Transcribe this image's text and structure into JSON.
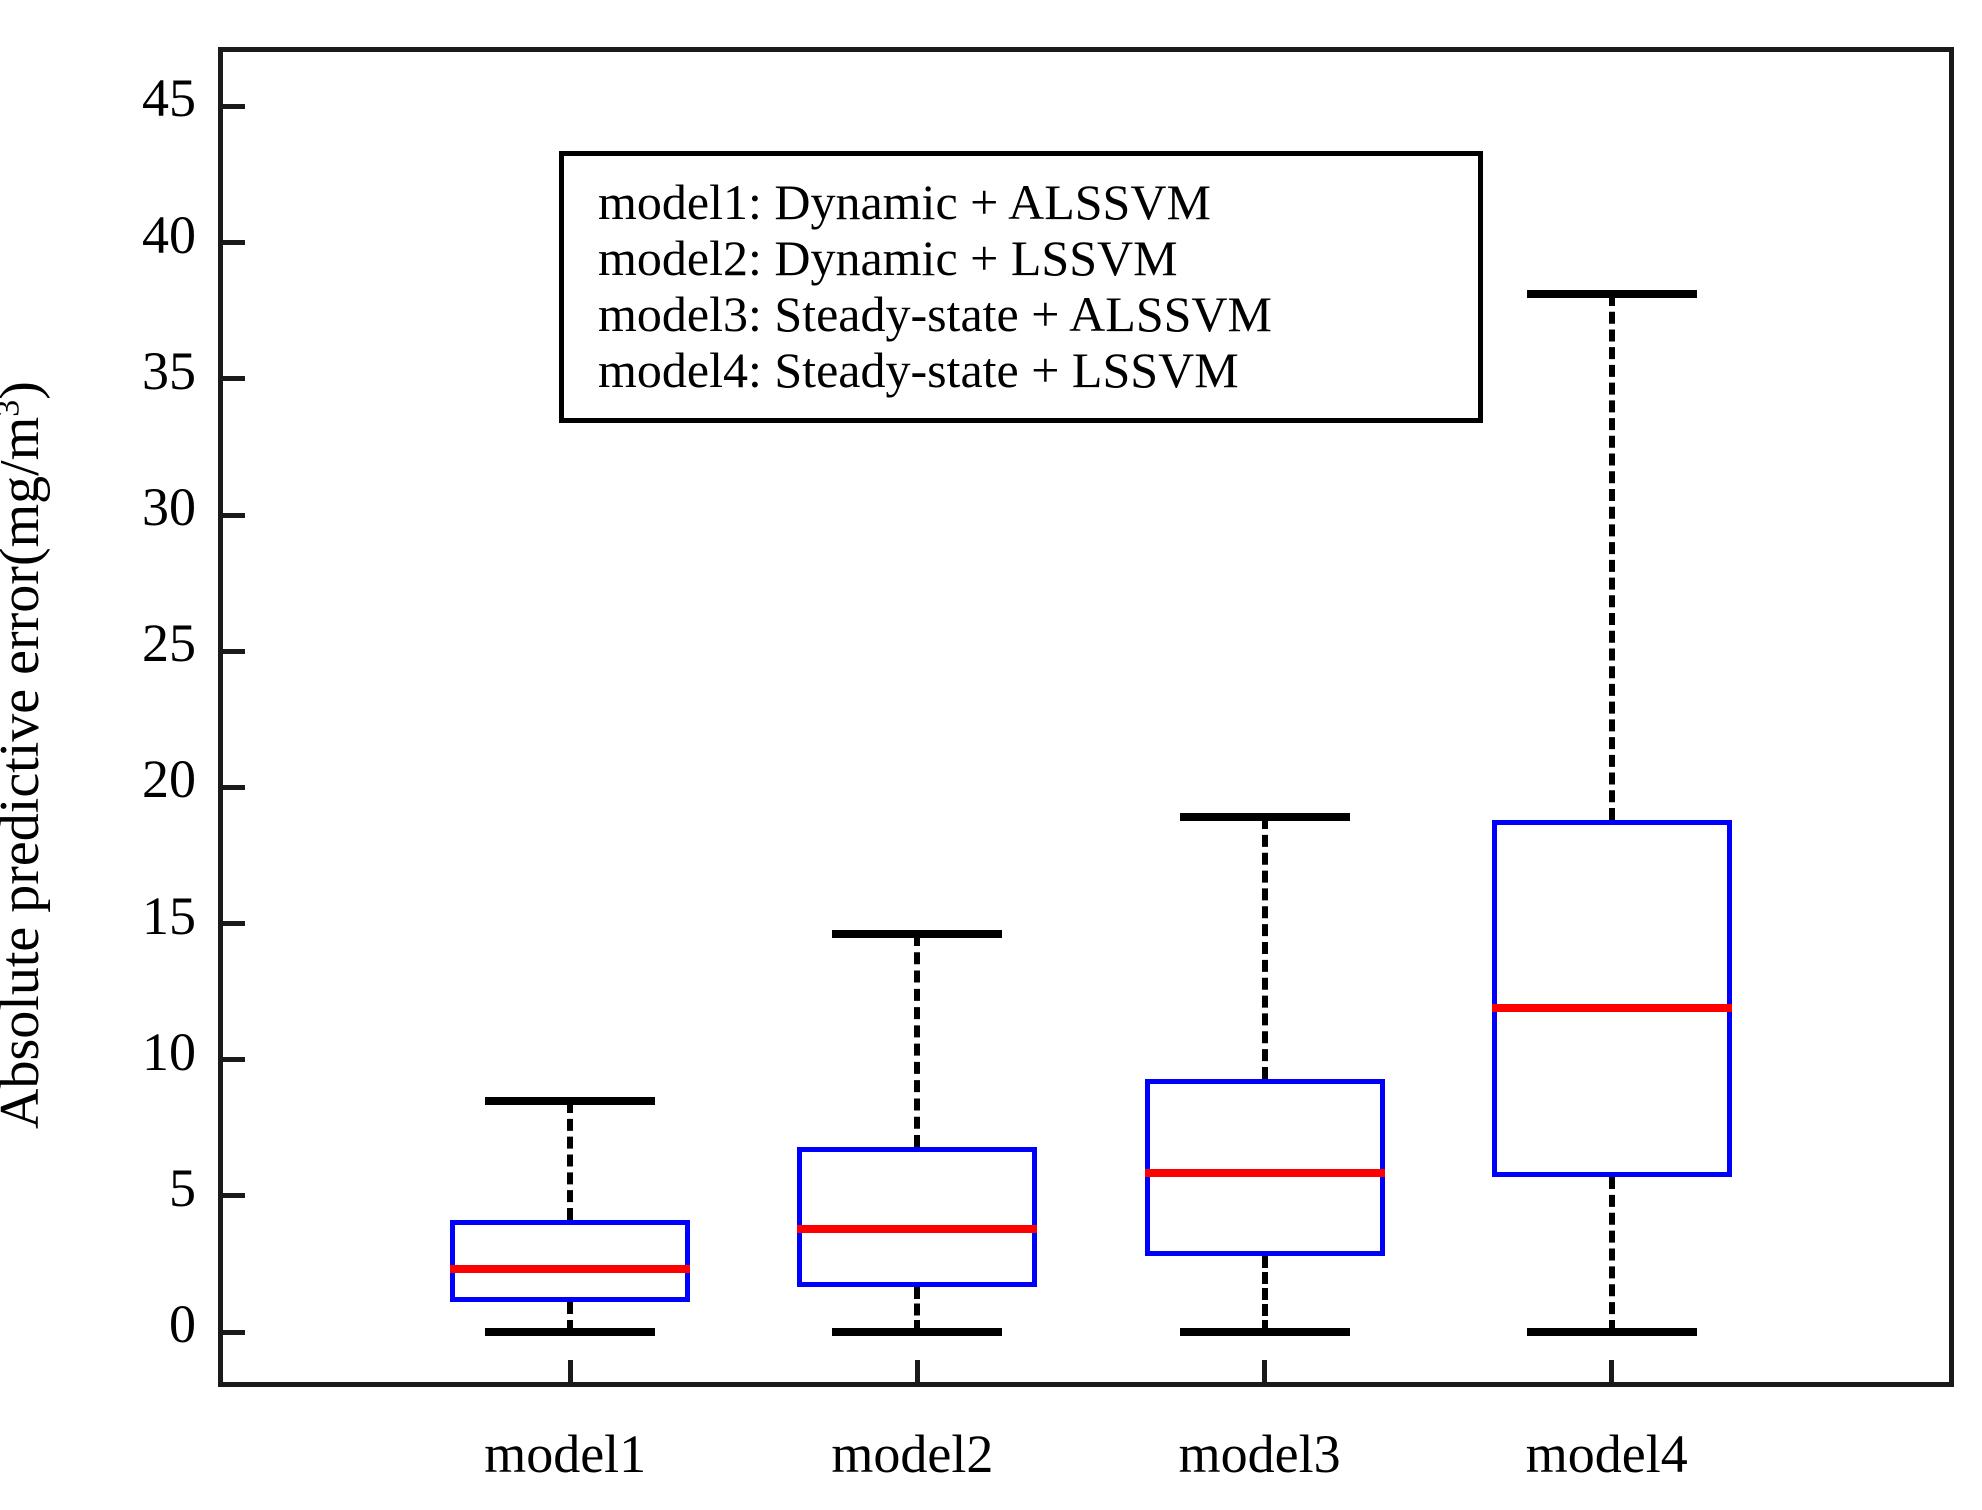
{
  "figure": {
    "background": "#ffffff",
    "axis_color": "#1a1a1a",
    "box_color": "#0000ff",
    "median_color": "#ff0000",
    "whisker_color": "#000000"
  },
  "axes": {
    "ylabel": "Absolute predictive error(mg/m",
    "ylabel_exponent": "3",
    "ylabel_tail": ")",
    "yticks": [
      "0",
      "5",
      "10",
      "15",
      "20",
      "25",
      "30",
      "35",
      "40",
      "45"
    ],
    "ytick_values": [
      0,
      5,
      10,
      15,
      20,
      25,
      30,
      35,
      40,
      45
    ],
    "ylim": [
      -2.2,
      47.0
    ],
    "xticks": [
      "model1",
      "model2",
      "model3",
      "model4"
    ],
    "xlabel": ""
  },
  "legend": {
    "lines": [
      "model1: Dynamic + ALSSVM",
      "model2: Dynamic + LSSVM",
      "model3: Steady-state + ALSSVM",
      "model4: Steady-state + LSSVM"
    ]
  },
  "chart_data": {
    "type": "box",
    "title": "",
    "xlabel": "",
    "ylabel": "Absolute predictive error(mg/m3)",
    "ylim": [
      -2.2,
      47.0
    ],
    "grid": false,
    "legend_position": "upper-left-inside",
    "categories": [
      "model1",
      "model2",
      "model3",
      "model4"
    ],
    "series": [
      {
        "name": "model1",
        "label": "model1: Dynamic + ALSSVM",
        "whisker_low": 0.0,
        "q1": 1.1,
        "median": 2.3,
        "q3": 4.1,
        "whisker_high": 8.5
      },
      {
        "name": "model2",
        "label": "model2: Dynamic + LSSVM",
        "whisker_low": 0.0,
        "q1": 1.65,
        "median": 3.8,
        "q3": 6.8,
        "whisker_high": 14.6
      },
      {
        "name": "model3",
        "label": "model3: Steady-state + ALSSVM",
        "whisker_low": 0.0,
        "q1": 2.8,
        "median": 5.85,
        "q3": 9.3,
        "whisker_high": 18.9
      },
      {
        "name": "model4",
        "label": "model4: Steady-state + LSSVM",
        "whisker_low": 0.0,
        "q1": 5.7,
        "median": 11.9,
        "q3": 18.8,
        "whisker_high": 38.1
      }
    ]
  }
}
